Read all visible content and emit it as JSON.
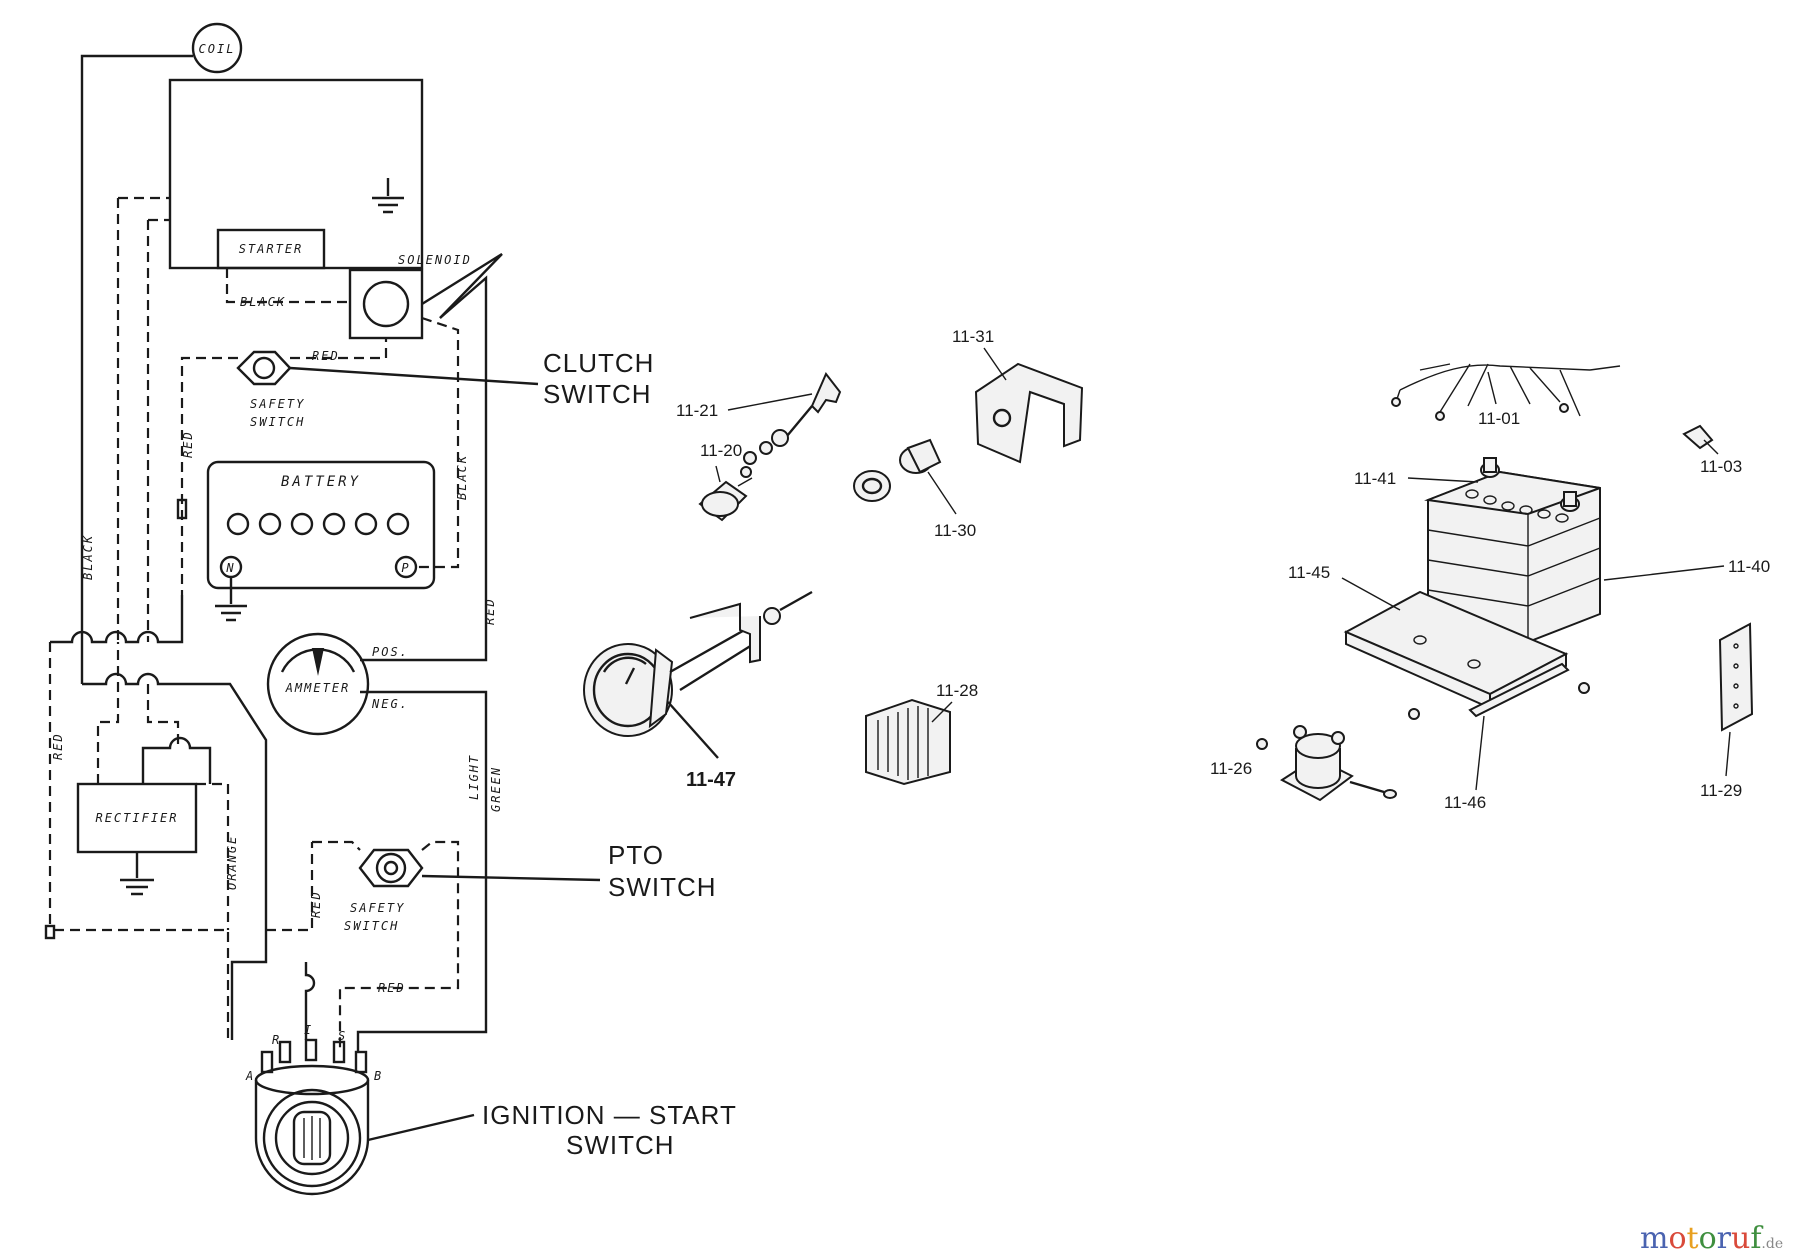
{
  "schematic": {
    "coil": "COIL",
    "starter": "STARTER",
    "solenoid": "SOLENOID",
    "battery": "BATTERY",
    "battery_neg": "N",
    "battery_pos": "P",
    "ammeter": "AMMETER",
    "pos": "POS.",
    "neg": "NEG.",
    "rectifier": "RECTIFIER",
    "safety_switch_line1": "SAFETY",
    "safety_switch_line2": "SWITCH",
    "wire_black": "BLACK",
    "wire_red": "RED",
    "wire_orange": "ORANGE",
    "wire_light": "LIGHT",
    "wire_green": "GREEN",
    "term_a": "A",
    "term_r": "R",
    "term_i": "I",
    "term_s": "S",
    "term_b": "B"
  },
  "callouts": {
    "clutch_line1": "CLUTCH",
    "clutch_line2": "SWITCH",
    "pto_line1": "PTO",
    "pto_line2": "SWITCH",
    "ignition_line1": "IGNITION — START",
    "ignition_line2": "SWITCH"
  },
  "parts": {
    "p1101": "11-01",
    "p1103": "11-03",
    "p1120": "11-20",
    "p1121": "11-21",
    "p1126": "11-26",
    "p1128": "11-28",
    "p1129": "11-29",
    "p1130": "11-30",
    "p1131": "11-31",
    "p1140": "11-40",
    "p1141": "11-41",
    "p1145": "11-45",
    "p1146": "11-46",
    "p1147": "11-47"
  },
  "watermark": {
    "brand_main": "motoruf",
    "brand_suffix": ".de",
    "colors": [
      "#4a63b0",
      "#d94a3a",
      "#e8a020",
      "#3f8f3f",
      "#4a63b0",
      "#d94a3a",
      "#3f8f3f"
    ]
  }
}
